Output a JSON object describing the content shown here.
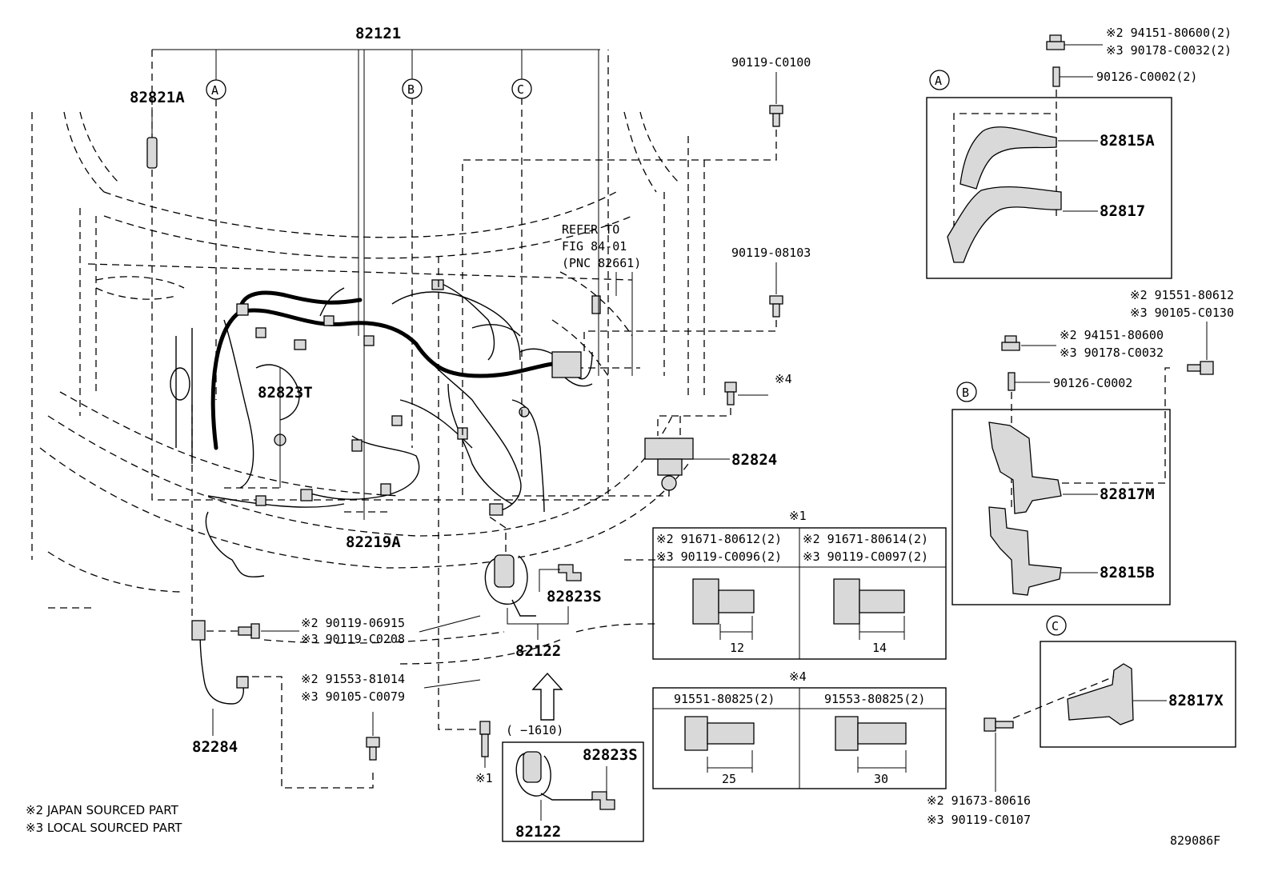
{
  "diagram_id": "829086F",
  "callouts": {
    "a": "A",
    "b": "B",
    "c": "C"
  },
  "main_parts": {
    "harness_82121": "82121",
    "harness_82821a": "82821A",
    "harness_82823t": "82823T",
    "harness_82219a": "82219A",
    "harness_82284": "82284",
    "harness_82824": "82824",
    "harness_82823s": "82823S",
    "harness_82122": "82122",
    "harness_82823s_inset": "82823S",
    "harness_82122_inset": "82122"
  },
  "bolts": {
    "b_90119_c0100": "90119-C0100",
    "b_90119_08103": "90119-08103",
    "mark_4": "※4",
    "mark_1": "※1",
    "pair1_line1": "※2 90119-06915",
    "pair1_line2": "※3 90119-C0208",
    "pair2_line1": "※2 91553-81014",
    "pair2_line2": "※3 90105-C0079",
    "fig_ref": "( −1610)"
  },
  "refer": {
    "line1": "REFER TO",
    "line2": "FIG 84-01",
    "line3": "(PNC 82661)"
  },
  "section_a": {
    "nut1": "※2 94151-80600(2)",
    "nut2": "※3 90178-C0032(2)",
    "stud": "90126-C0002(2)",
    "p1": "82815A",
    "p2": "82817"
  },
  "section_b": {
    "bolt1": "※2 91551-80612",
    "bolt2": "※3 90105-C0130",
    "nut1": "※2 94151-80600",
    "nut2": "※3 90178-C0032",
    "stud": "90126-C0002",
    "p1": "82817M",
    "p2": "82815B"
  },
  "section_c": {
    "p1": "82817X",
    "bolt1": "※2 91673-80616",
    "bolt2": "※3 90119-C0107"
  },
  "table1": {
    "title": "※1",
    "c1r1": "※2 91671-80612(2)",
    "c1r2": "※3 90119-C0096(2)",
    "c2r1": "※2 91671-80614(2)",
    "c2r2": "※3 90119-C0097(2)",
    "dim1": "12",
    "dim2": "14"
  },
  "table4": {
    "title": "※4",
    "c1": "91551-80825(2)",
    "c2": "91553-80825(2)",
    "dim1": "25",
    "dim2": "30"
  },
  "notes": {
    "n2": "※2 JAPAN SOURCED PART",
    "n3": "※3 LOCAL SOURCED PART"
  }
}
